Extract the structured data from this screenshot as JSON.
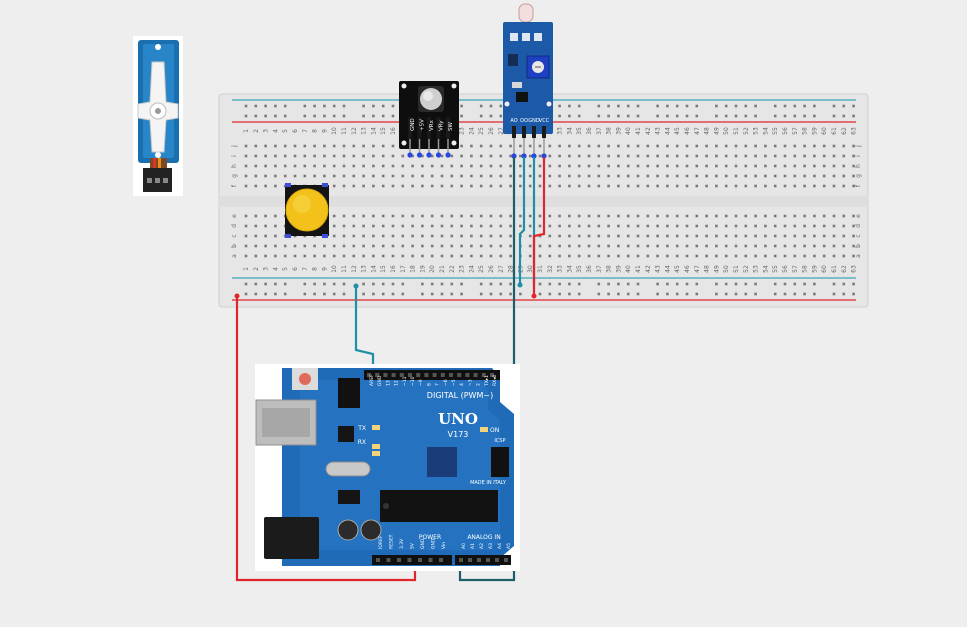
{
  "breadboard": {
    "columns": [
      "1",
      "2",
      "3",
      "4",
      "5",
      "6",
      "7",
      "8",
      "9",
      "10",
      "11",
      "12",
      "13",
      "14",
      "15",
      "16",
      "17",
      "18",
      "19",
      "20",
      "21",
      "22",
      "23",
      "24",
      "25",
      "26",
      "27",
      "28",
      "29",
      "30",
      "31",
      "32",
      "33",
      "34",
      "35",
      "36",
      "37",
      "38",
      "39",
      "40",
      "41",
      "42",
      "43",
      "44",
      "45",
      "46",
      "47",
      "48",
      "49",
      "50",
      "51",
      "52",
      "53",
      "54",
      "55",
      "56",
      "57",
      "58",
      "59",
      "60",
      "61",
      "62",
      "63"
    ],
    "rows_top": [
      "j",
      "i",
      "h",
      "g",
      "f"
    ],
    "rows_bottom": [
      "e",
      "d",
      "c",
      "b",
      "a"
    ],
    "rail_colors": {
      "negative": "#3aa6b9",
      "positive": "#e0262c"
    }
  },
  "joystick_module": {
    "pin_labels": [
      "GND",
      "+5V",
      "VRx",
      "VRy",
      "SW"
    ]
  },
  "ldr_module": {
    "pin_labels": [
      "AO",
      "DO",
      "GND",
      "VCC"
    ]
  },
  "arduino": {
    "brand": "UNO",
    "version": "V173",
    "digital_label": "DIGITAL (PWM~)",
    "analog_label": "ANALOG IN",
    "power_label": "POWER",
    "icsp_label": "ICSP",
    "on_label": "ON",
    "tx_label": "TX",
    "rx_label": "RX",
    "made_in": "MADE IN ITALY",
    "digital_pins": [
      "AREF",
      "GND",
      "13",
      "12",
      "~11",
      "~10",
      "~9",
      "8",
      "7",
      "~6",
      "~5",
      "4",
      "~3",
      "2",
      "TX▸1",
      "RX◂0"
    ],
    "power_pins": [
      "IOREF",
      "RESET",
      "3.3V",
      "5V",
      "GND",
      "GND",
      "Vin"
    ],
    "analog_pins": [
      "A0",
      "A1",
      "A2",
      "A3",
      "A4",
      "A5"
    ]
  },
  "wire_colors": {
    "red": "#e0262c",
    "teal": "#1f8fa6",
    "dark_teal": "#1d5e6b",
    "servo_brown": "#7a4a22",
    "servo_red": "#d9352a",
    "servo_orange": "#f08a1c"
  }
}
